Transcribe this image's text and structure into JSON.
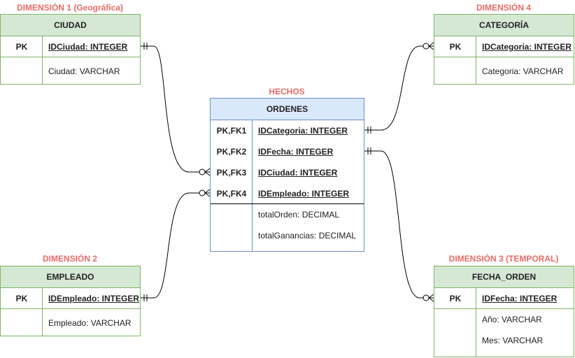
{
  "labels": {
    "dim1": "DIMENSIÓN 1 (Geográfica)",
    "dim2": "DIMENSIÓN 2",
    "dim3": "DIMENSIÓN 3 (TEMPORAL)",
    "dim4": "DIMENSIÓN 4",
    "facts": "HECHOS"
  },
  "ciudad": {
    "title": "CIUDAD",
    "pk_label": "PK",
    "pk_field": "IDCiudad: INTEGER",
    "fields": [
      "Ciudad: VARCHAR"
    ]
  },
  "empleado": {
    "title": "EMPLEADO",
    "pk_label": "PK",
    "pk_field": "IDEmpleado: INTEGER",
    "fields": [
      "Empleado: VARCHAR"
    ]
  },
  "categoria": {
    "title": "CATEGORÍA",
    "pk_label": "PK",
    "pk_field": "IDCategoria: INTEGER",
    "fields": [
      "Categoria: VARCHAR"
    ]
  },
  "fecha_orden": {
    "title": "FECHA_ORDEN",
    "pk_label": "PK",
    "pk_field": "IDFecha: INTEGER",
    "fields": [
      "Año: VARCHAR",
      "Mes: VARCHAR"
    ]
  },
  "ordenes": {
    "title": "ORDENES",
    "keys": [
      {
        "label": "PK,FK1",
        "field": "IDCategoria: INTEGER"
      },
      {
        "label": "PK,FK2",
        "field": "IDFecha: INTEGER"
      },
      {
        "label": "PK,FK3",
        "field": "IDCiudad: INTEGER"
      },
      {
        "label": "PK,FK4",
        "field": "IDEmpleado: INTEGER"
      }
    ],
    "fields": [
      "totalOrden: DECIMAL",
      "totalGanancias: DECIMAL"
    ]
  },
  "colors": {
    "label": "#ea6b66",
    "dimension_fill": "#d5e8d4",
    "dimension_border": "#82b366",
    "fact_fill": "#dae8fc",
    "fact_border": "#6c8ebf"
  }
}
